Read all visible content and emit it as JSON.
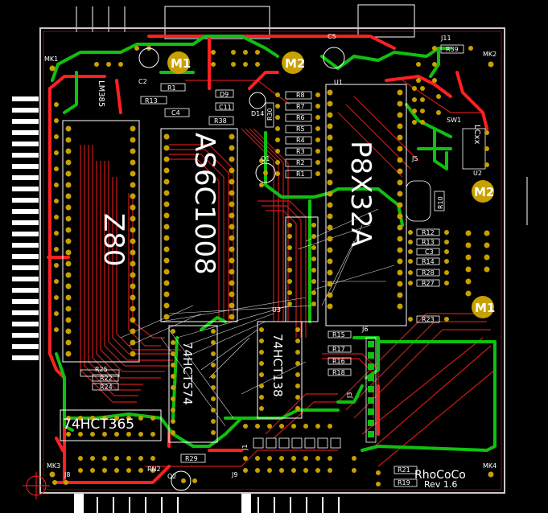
{
  "board": {
    "name": "RhoCoCo",
    "revision": "Rev 1.6",
    "colors": {
      "background": "#000000",
      "outline": "#c8c8c8",
      "top_copper": "#ff2020",
      "bottom_copper": "#10c010",
      "pad": "#c8a000",
      "silkscreen": "#ffffff",
      "ratsnest": "#ffffff"
    }
  },
  "chips": {
    "z80": "Z80",
    "sram": "AS6C1008",
    "pld": "P8X32A",
    "latch": "74HCT574",
    "decoder": "74HCT138",
    "buffer": "74HCT365",
    "regulator": "LM385",
    "ldo": "LCxx"
  },
  "mounting": {
    "m1_a": "M1",
    "m2_a": "M2",
    "m2_b": "M2",
    "m1_b": "M1",
    "mk1": "MK1",
    "mk2": "MK2",
    "mk3": "MK3",
    "mk4": "MK4"
  },
  "refs": {
    "c5": "C5",
    "j11": "J11",
    "r39": "R39",
    "c2": "C2",
    "r1": "R1",
    "r13": "R13",
    "c4": "C4",
    "d9": "D9",
    "c11": "C11",
    "r38": "R38",
    "d14": "D14",
    "r30": "R30",
    "r8": "R8",
    "r7": "R7",
    "r6": "R6",
    "r5": "R5",
    "r4": "R4",
    "r3": "R3",
    "r2": "R2",
    "r1b": "R1",
    "q1": "Q1",
    "u1": "U1",
    "sw1": "SW1",
    "j5": "J5",
    "u2": "U2",
    "r10": "R10",
    "r12": "R12",
    "r13b": "R13",
    "c3": "C3",
    "r14": "R14",
    "r28": "R28",
    "r27": "R27",
    "r23": "R23",
    "r25": "R25",
    "r22": "R22",
    "r24": "R24",
    "u3": "U3",
    "r15": "R15",
    "j6": "J6",
    "r17": "R17",
    "r16": "R16",
    "r18": "R18",
    "j3": "J3",
    "j8": "J8",
    "rn2": "RN2",
    "r29": "R29",
    "q2": "Q2",
    "j9": "J9",
    "j1": "J1",
    "r21": "R21",
    "r19": "R19"
  }
}
